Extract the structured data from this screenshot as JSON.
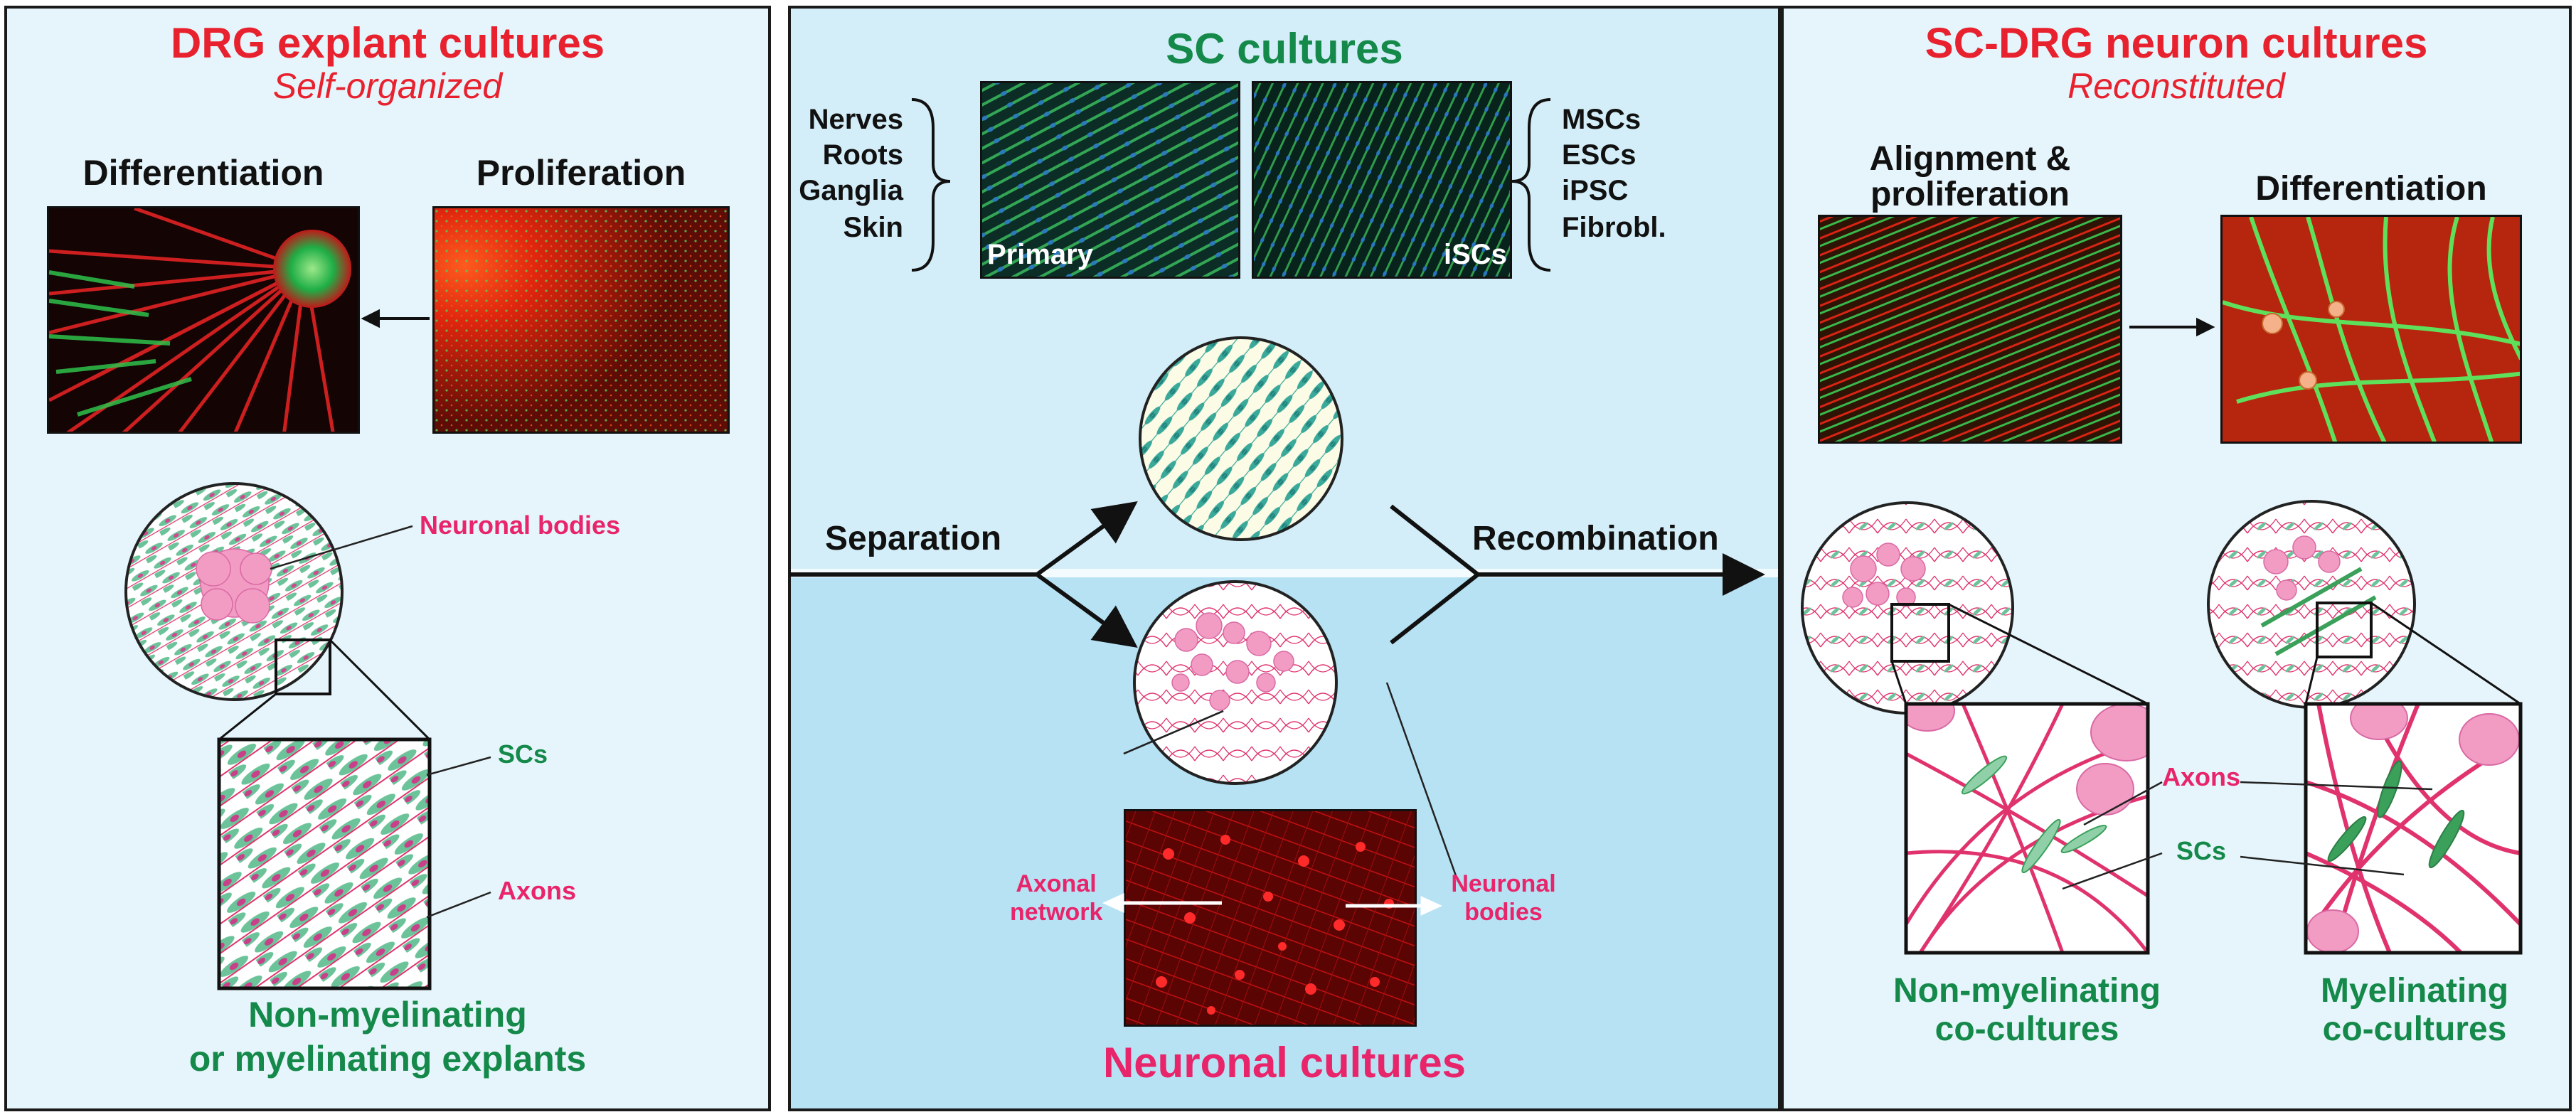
{
  "left_panel": {
    "title": "DRG explant cultures",
    "subtitle": "Self-organized",
    "differentiation_label": "Differentiation",
    "proliferation_label": "Proliferation",
    "neuronal_bodies_label": "Neuronal bodies",
    "scs_label": "SCs",
    "axons_label": "Axons",
    "footer_line1": "Non-myelinating",
    "footer_line2": "or myelinating explants"
  },
  "middle_panel": {
    "title": "SC cultures",
    "sources_left": [
      "Nerves",
      "Roots",
      "Ganglia",
      "Skin"
    ],
    "sources_right": [
      "MSCs",
      "ESCs",
      "iPSC",
      "Fibrobl."
    ],
    "primary_label": "Primary",
    "iscs_label": "iSCs",
    "separation_label": "Separation",
    "recombination_label": "Recombination",
    "axonal_line1": "Axonal",
    "axonal_line2": "network",
    "neuronal_line1": "Neuronal",
    "neuronal_line2": "bodies",
    "footer": "Neuronal cultures"
  },
  "right_panel": {
    "title": "SC-DRG neuron cultures",
    "subtitle": "Reconstituted",
    "alignment_line1": "Alignment &",
    "alignment_line2": "proliferation",
    "differentiation_label": "Differentiation",
    "axons_label": "Axons",
    "scs_label": "SCs",
    "nonmyel_line1": "Non-myelinating",
    "nonmyel_line2": "co-cultures",
    "myel_line1": "Myelinating",
    "myel_line2": "co-cultures"
  },
  "colors": {
    "title_red": "#e8212e",
    "label_green": "#14894a",
    "label_pink": "#e8246a",
    "panel_left_bg": "#e6f5fb",
    "panel_mid_top": "#d2eef8",
    "panel_mid_bottom": "#b6e2f4",
    "panel_right_bg": "#e6f5fb"
  }
}
